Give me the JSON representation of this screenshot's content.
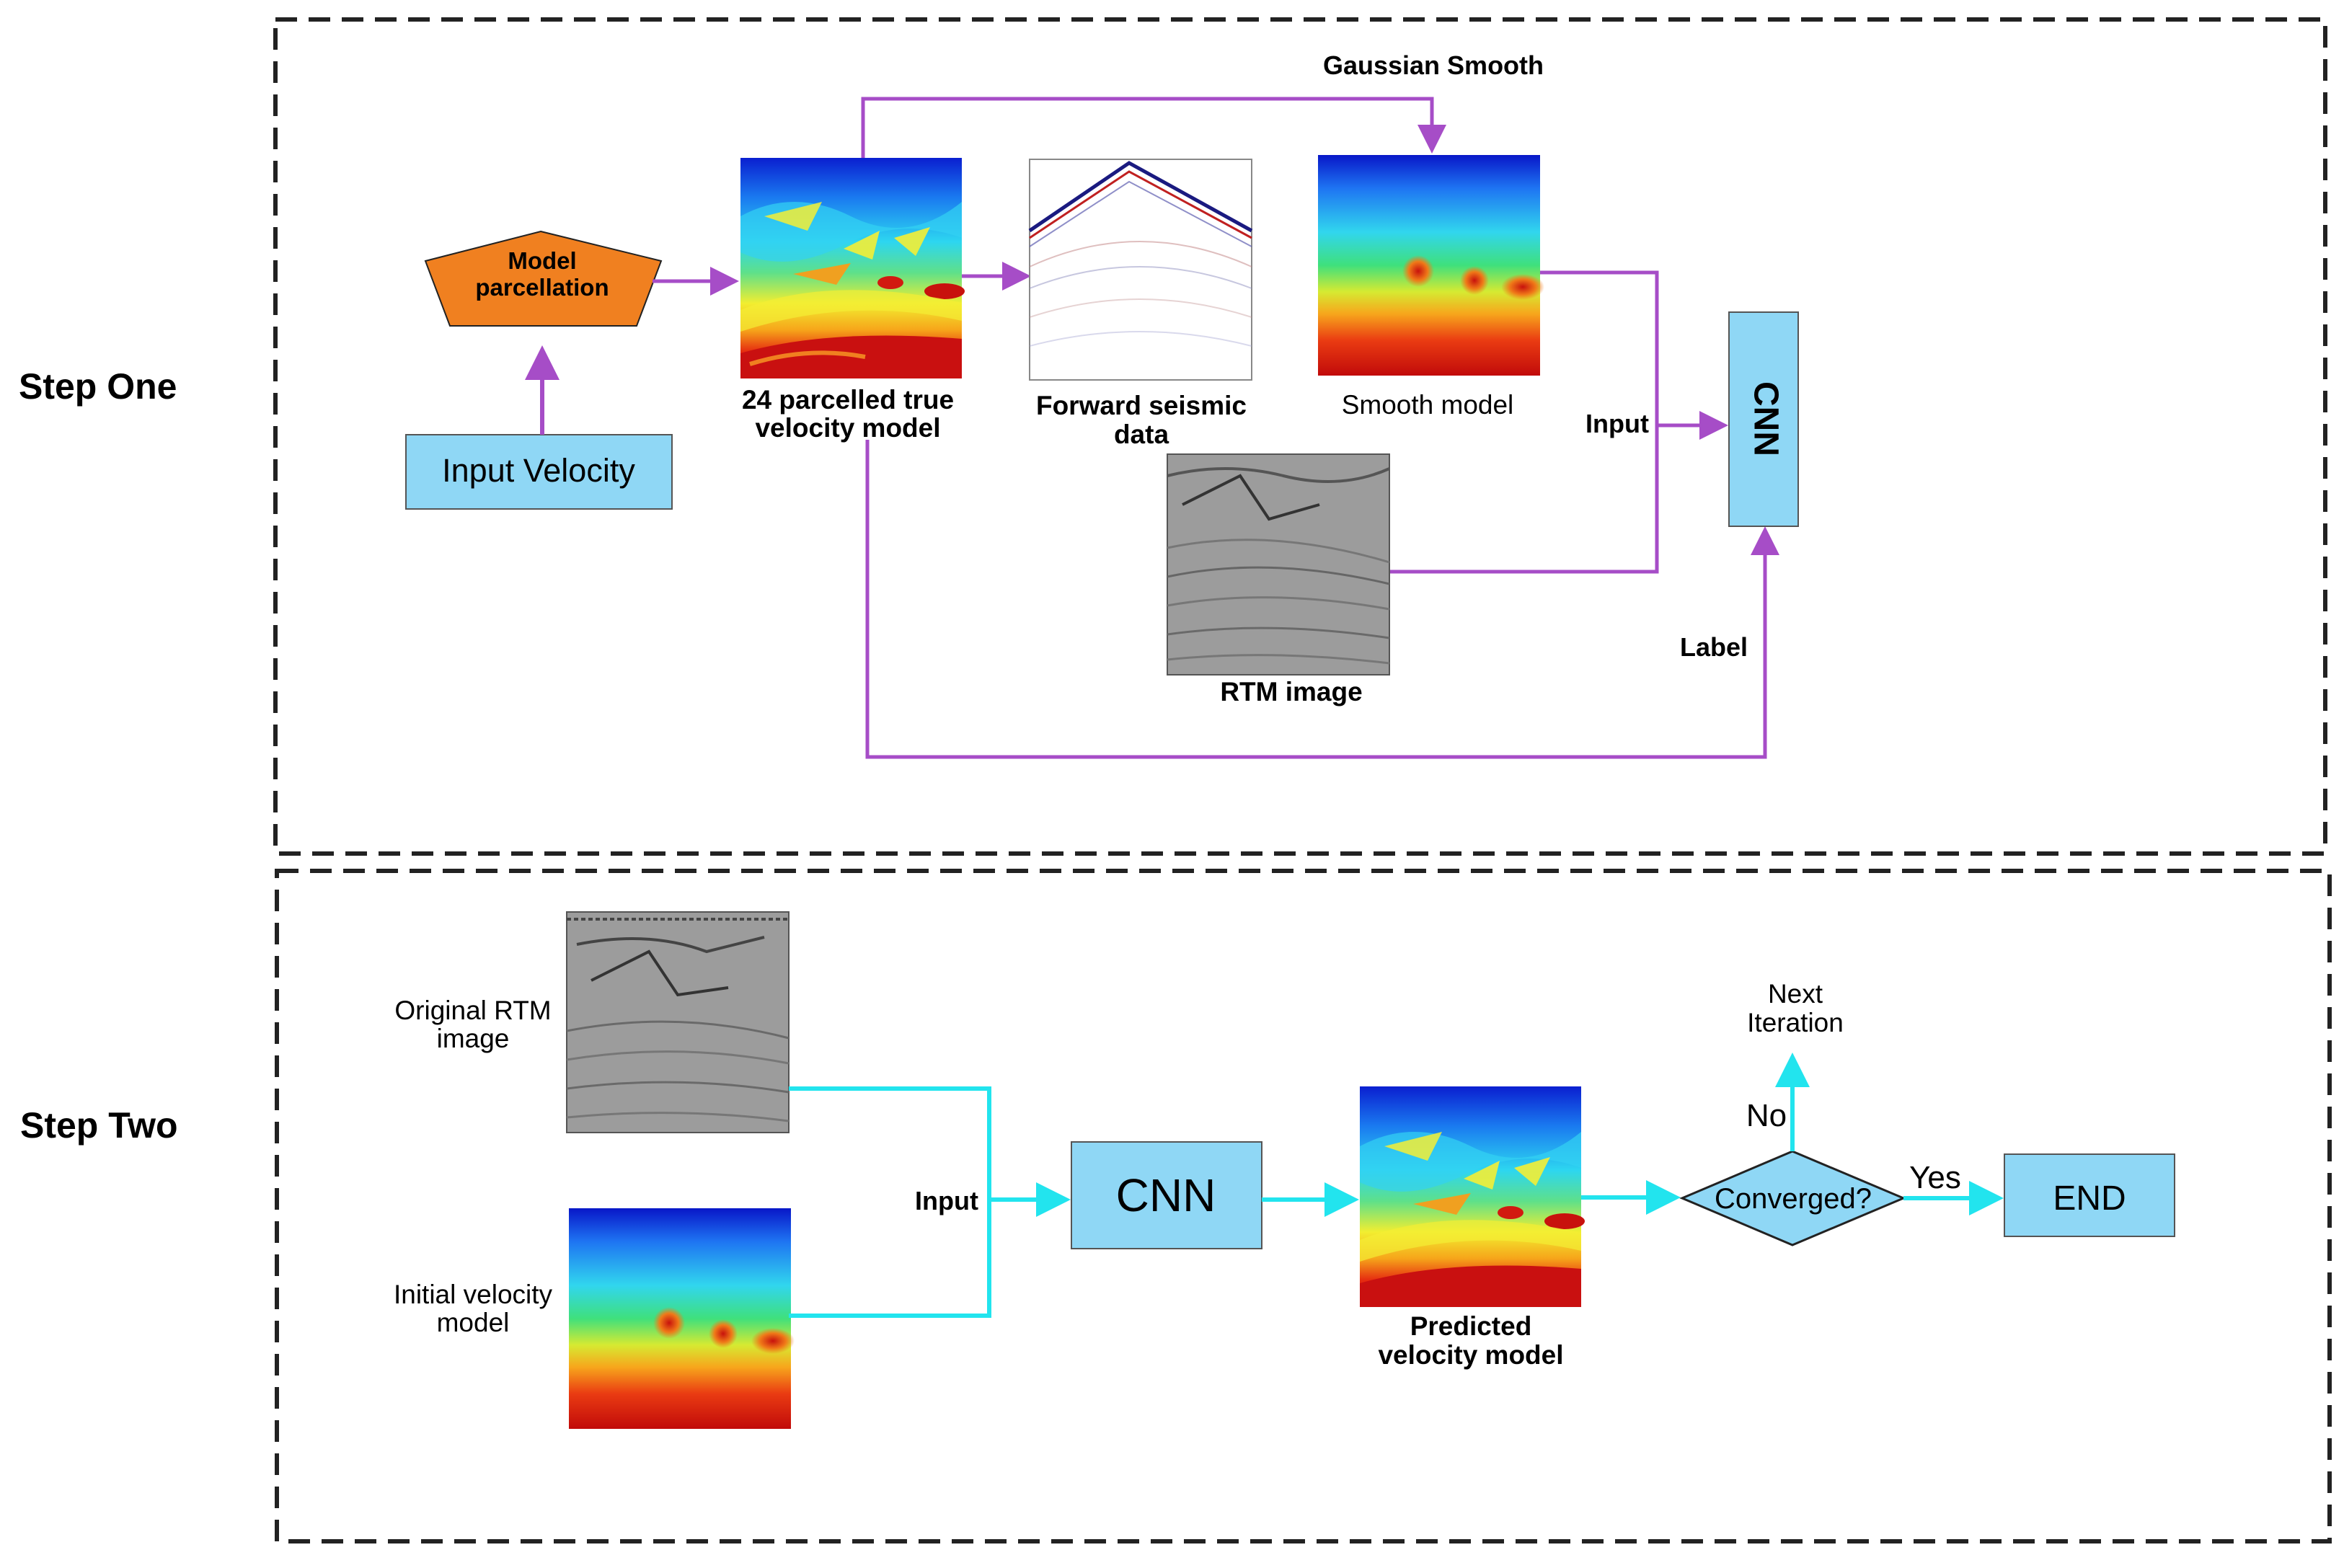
{
  "steps": {
    "one_label": "Step One",
    "two_label": "Step Two"
  },
  "step_one": {
    "model_parcellation": "Model parcellation",
    "input_velocity": "Input Velocity",
    "true_model_caption_line1": "24 parcelled true",
    "true_model_caption_line2": "velocity model",
    "forward_caption_line1": "Forward seismic",
    "forward_caption_line2": "data",
    "smooth_caption": "Smooth model",
    "gaussian_smooth": "Gaussian Smooth",
    "rtm_caption": "RTM image",
    "input_label": "Input",
    "label_label": "Label",
    "cnn": "CNN"
  },
  "step_two": {
    "original_rtm_line1": "Original RTM",
    "original_rtm_line2": "image",
    "initial_velocity_line1": "Initial velocity",
    "initial_velocity_line2": "model",
    "input_label": "Input",
    "cnn": "CNN",
    "predicted_line1": "Predicted",
    "predicted_line2": "velocity model",
    "converged": "Converged?",
    "yes": "Yes",
    "no": "No",
    "next_line1": "Next",
    "next_line2": "Iteration",
    "end": "END"
  },
  "colors": {
    "step_one_flow": "#a64dc7",
    "step_two_flow": "#22e4ee",
    "box_fill": "#8fd7f5",
    "pentagon_fill": "#f08020",
    "border_dash": "#222222"
  }
}
